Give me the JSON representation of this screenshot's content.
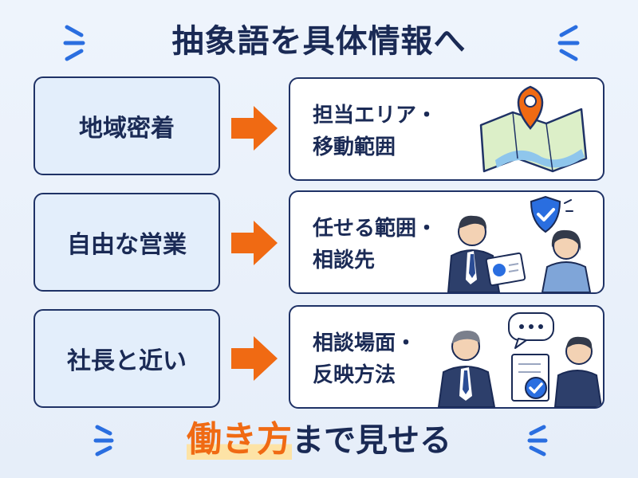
{
  "title": "抽象語を具体情報へ",
  "rows": [
    {
      "left": "地域密着",
      "right_line1": "担当エリア・",
      "right_line2": "移動範囲",
      "illustration": "map-pin-icon"
    },
    {
      "left": "自由な営業",
      "right_line1": "任せる範囲・",
      "right_line2": "相談先",
      "illustration": "business-meeting-shield"
    },
    {
      "left": "社長と近い",
      "right_line1": "相談場面・",
      "right_line2": "反映方法",
      "illustration": "business-conversation-check"
    }
  ],
  "footer": {
    "highlight": "働き方",
    "rest": "まで見せる"
  },
  "colors": {
    "navy": "#1a2a55",
    "orange": "#f06a13",
    "accent_blue": "#2a6ee0",
    "left_fill": "#e3eefb"
  }
}
